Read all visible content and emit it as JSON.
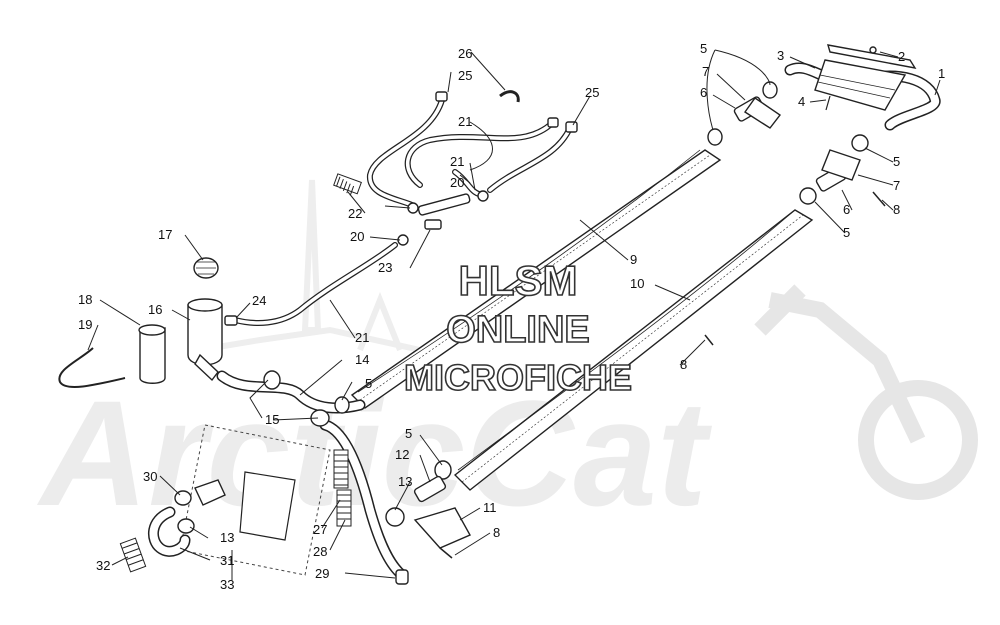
{
  "watermark": {
    "line1": "HLSM",
    "line2": "ONLINE",
    "line3": "MICROFICHE",
    "brand": "ArcticCat"
  },
  "callouts": [
    "1",
    "2",
    "3",
    "4",
    "5",
    "5",
    "5",
    "5",
    "5",
    "6",
    "6",
    "7",
    "7",
    "8",
    "8",
    "8",
    "9",
    "10",
    "11",
    "12",
    "13",
    "13",
    "14",
    "15",
    "16",
    "17",
    "18",
    "19",
    "20",
    "20",
    "21",
    "21",
    "21",
    "22",
    "23",
    "24",
    "25",
    "25",
    "26",
    "27",
    "28",
    "29",
    "30",
    "31",
    "32",
    "33"
  ]
}
